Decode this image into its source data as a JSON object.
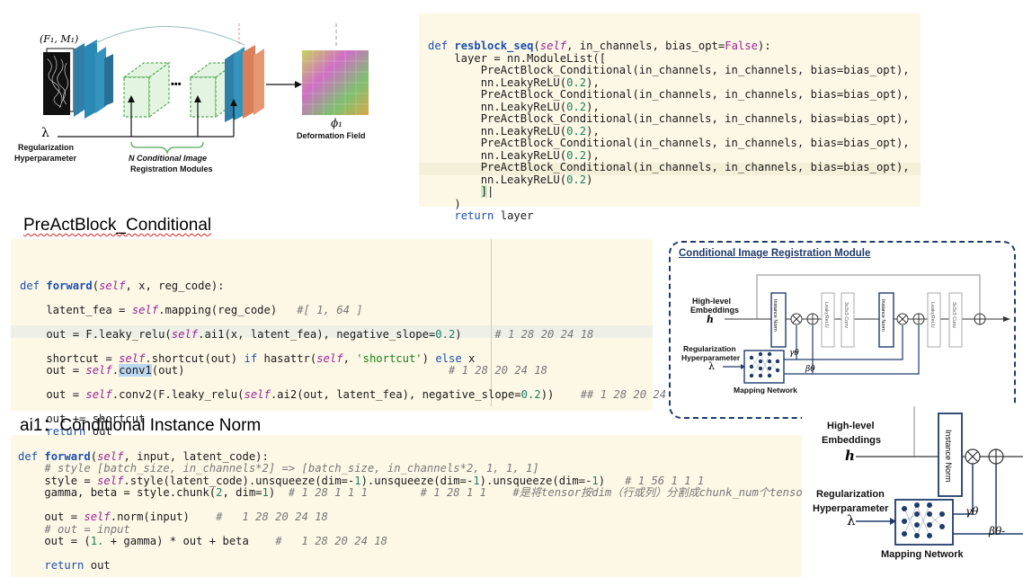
{
  "heading_preact": "PreActBlock_Conditional",
  "heading_ai1": "ai1：Conditional Instance Norm",
  "top_diagram": {
    "label_f1m1": "(F₁, M₁)",
    "label_lambda": "λ",
    "label_reg_line1": "Regularization",
    "label_reg_line2": "Hyperparameter",
    "label_modules_line1": "N Conditional Image",
    "label_modules_line2": "Registration Modules",
    "label_phi": "ϕ₁",
    "label_deform": "Deformation Field",
    "label_dots": "•••"
  },
  "module_diagram": {
    "title": "Conditional Image Registration Module",
    "high_level_line1": "High-level",
    "high_level_line2": "Embeddings",
    "h_symbol": "h",
    "reg_line1": "Regularization",
    "reg_line2": "Hyperparameter",
    "lambda": "λ",
    "gamma": "γθ",
    "beta": "βθ",
    "mapping": "Mapping Network",
    "block_instance_norm": "Instance Norm",
    "block_leakyrelu": "LeakyReLU",
    "block_conv": "3x3x3 Conv"
  },
  "zoom_diagram": {
    "high_level_line1": "High-level",
    "high_level_line2": "Embeddings",
    "h_symbol": "h",
    "reg_line1": "Regularization",
    "reg_line2": "Hyperparameter",
    "lambda": "λ",
    "gamma": "γθ",
    "beta": "βθ-",
    "mapping": "Mapping Network",
    "block_instance_norm": "Instance Norm"
  }
}
